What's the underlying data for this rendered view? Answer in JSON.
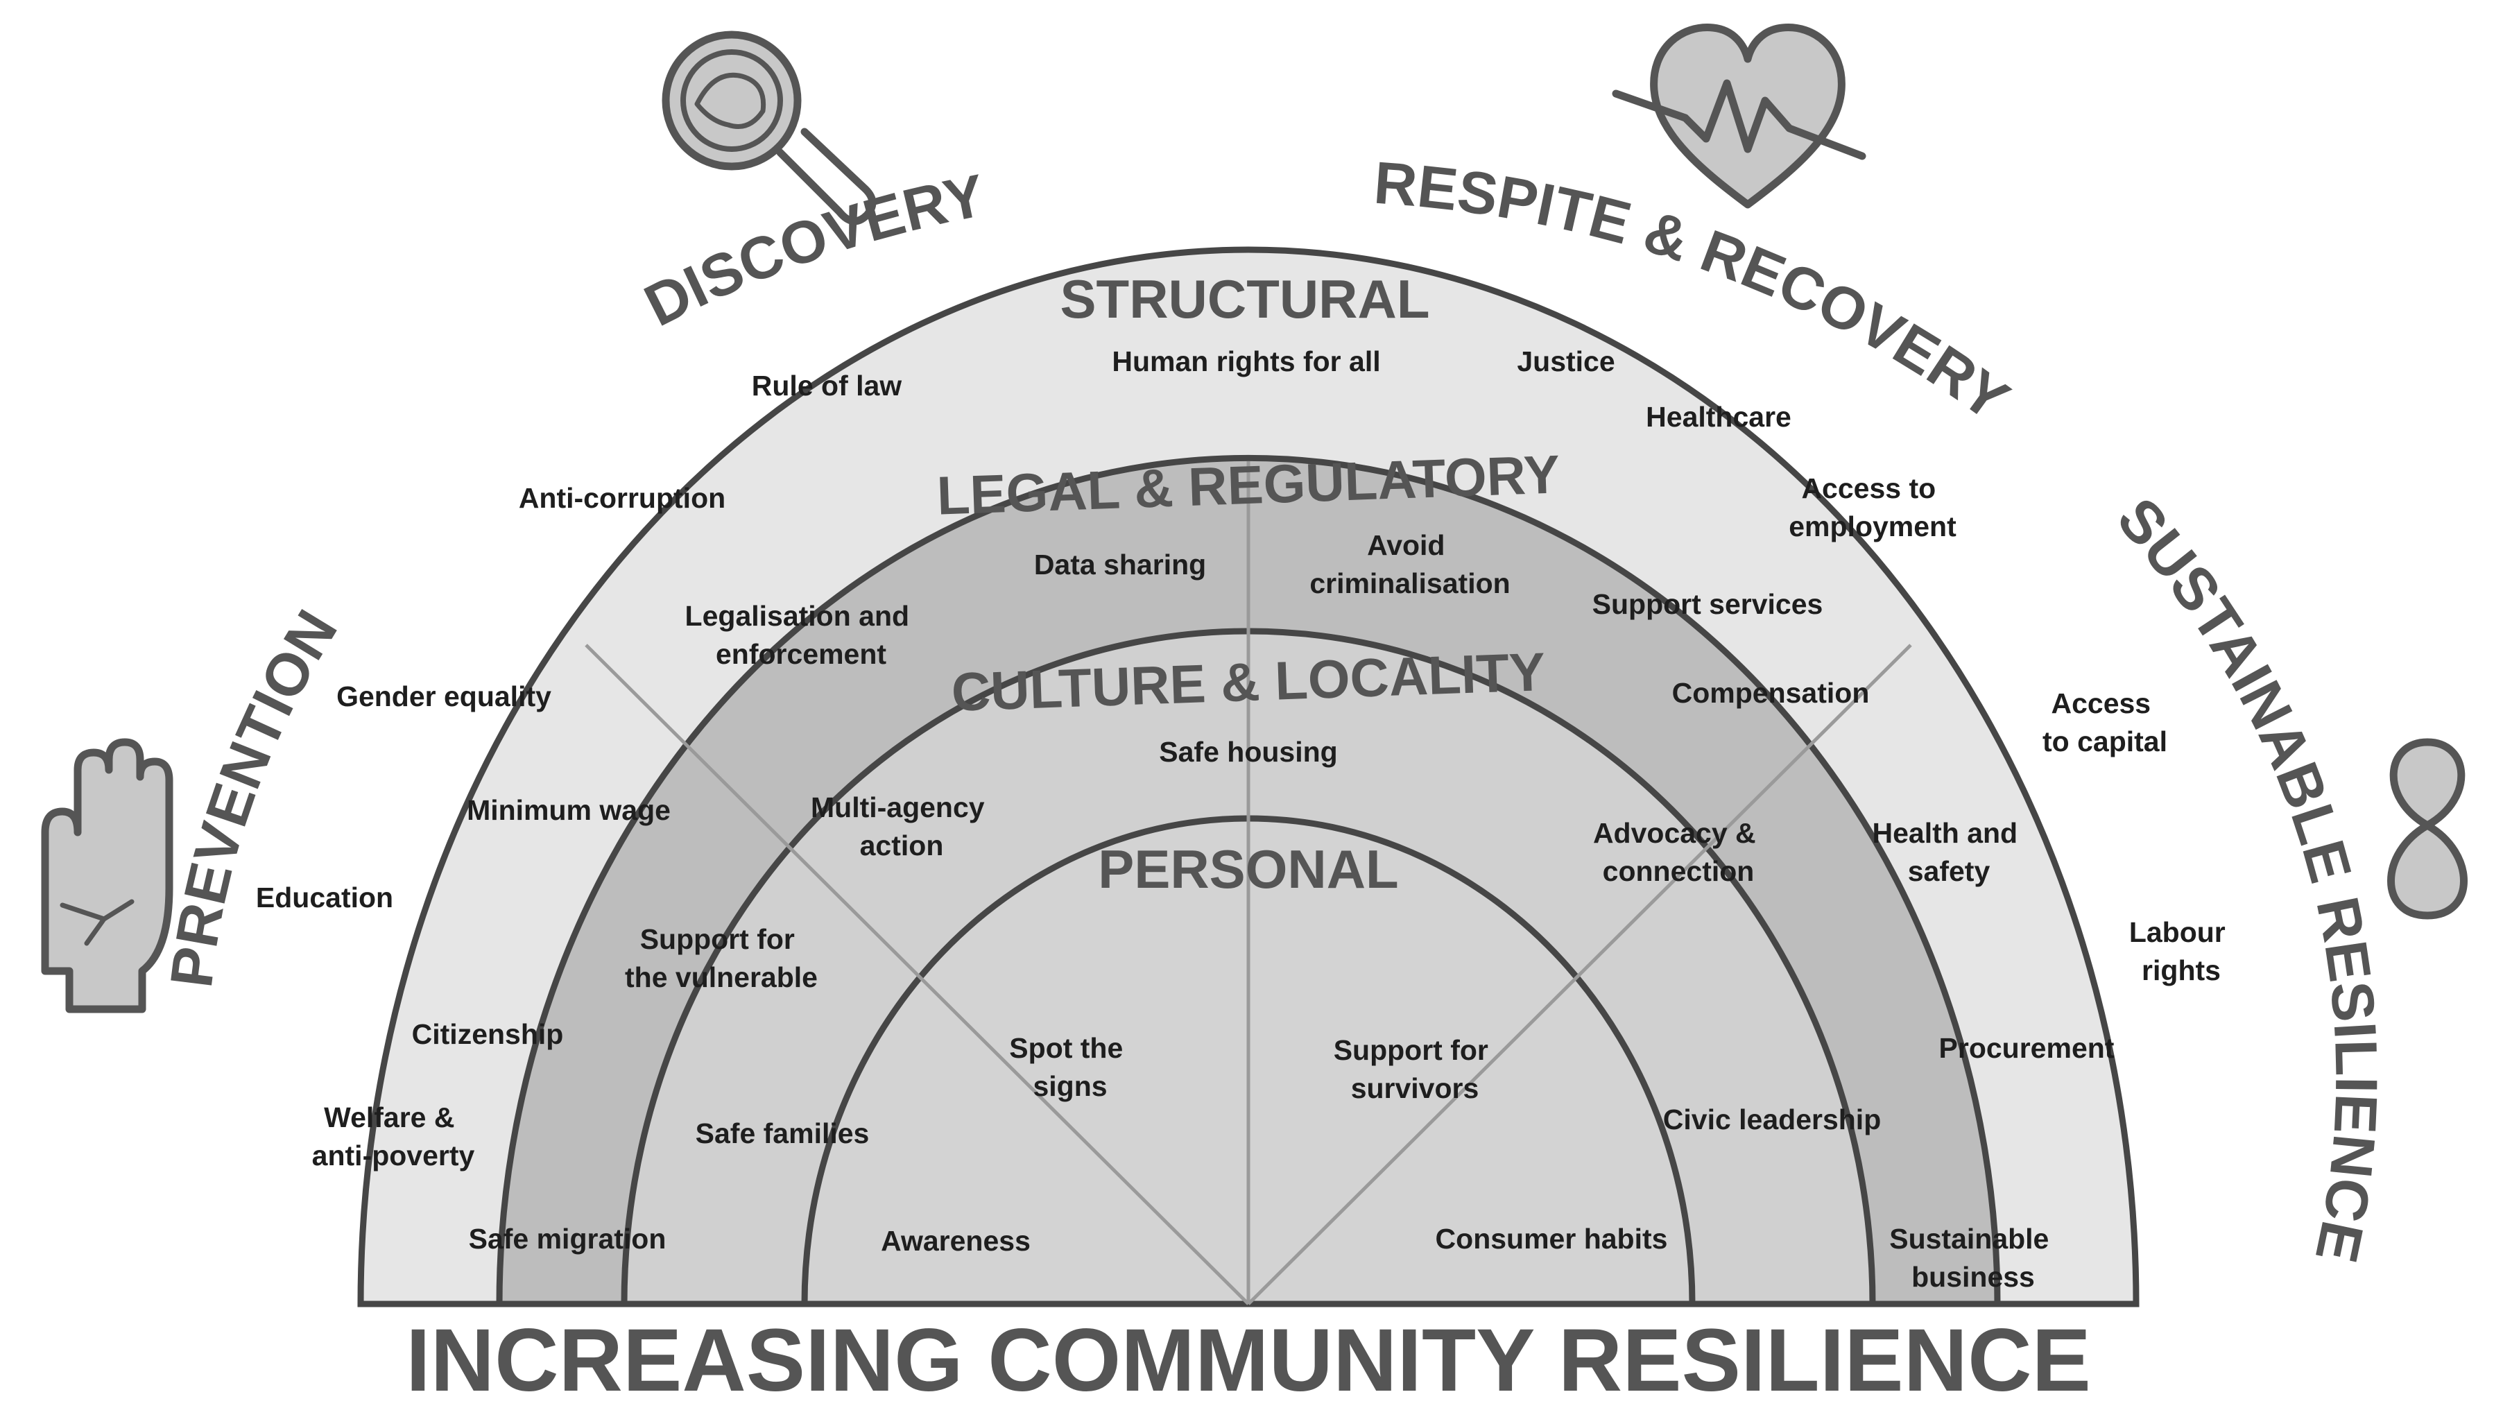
{
  "bottom_title": "INCREASING COMMUNITY RESILIENCE",
  "arc_titles": {
    "prevention": "PREVENTION",
    "discovery": "DISCOVERY",
    "respite_recovery": "RESPITE & RECOVERY",
    "sustainable_resilience": "SUSTAINABLE RESILIENCE"
  },
  "layers": {
    "structural": "STRUCTURAL",
    "legal_regulatory": "LEGAL & REGULATORY",
    "culture_locality": "CULTURE & LOCALITY",
    "personal": "PERSONAL"
  },
  "items": {
    "structural": {
      "rule_of_law": "Rule of law",
      "human_rights": "Human rights for all",
      "justice": "Justice",
      "healthcare": "Healthcare",
      "anti_corruption": "Anti-corruption",
      "access_to_employment": [
        "Access to",
        "employment"
      ],
      "gender_equality": "Gender equality",
      "access_to_capital": [
        "Access",
        "to capital"
      ],
      "education": "Education",
      "labour_rights": [
        "Labour",
        "rights"
      ],
      "citizenship": "Citizenship",
      "welfare": [
        "Welfare &",
        "anti-poverty"
      ],
      "safe_migration": "Safe migration",
      "sustainable_business": [
        "Sustainable",
        "business"
      ]
    },
    "legal": {
      "data_sharing": "Data sharing",
      "avoid_criminalisation": [
        "Avoid",
        "criminalisation"
      ],
      "legalisation": [
        "Legalisation and",
        "enforcement"
      ],
      "support_services": "Support services",
      "compensation": "Compensation",
      "minimum_wage": "Minimum wage",
      "health_safety": [
        "Health and",
        "safety"
      ],
      "procurement": "Procurement"
    },
    "culture": {
      "safe_housing": "Safe housing",
      "multi_agency": [
        "Multi-agency",
        "action"
      ],
      "advocacy": [
        "Advocacy &",
        "connection"
      ],
      "support_vulnerable": [
        "Support for",
        "the vulnerable"
      ],
      "safe_families": "Safe families",
      "civic_leadership": "Civic leadership"
    },
    "personal": {
      "spot_signs": [
        "Spot the",
        "signs"
      ],
      "support_survivors": [
        "Support for",
        "survivors"
      ],
      "awareness": "Awareness",
      "consumer_habits": "Consumer habits"
    }
  },
  "icons": {
    "prevention": "raised-hand-icon",
    "discovery": "magnifying-glass-icon",
    "respite_recovery": "heartbeat-icon",
    "sustainable_resilience": "infinity-icon"
  },
  "colors": {
    "structural_fill": "#e6e6e6",
    "legal_fill": "#bdbdbd",
    "culture_fill": "#d0d0d0",
    "personal_fill": "#d3d3d3",
    "ring_stroke": "#464646",
    "title_gray": "#555555",
    "icon_fill": "#c8c8c8"
  }
}
